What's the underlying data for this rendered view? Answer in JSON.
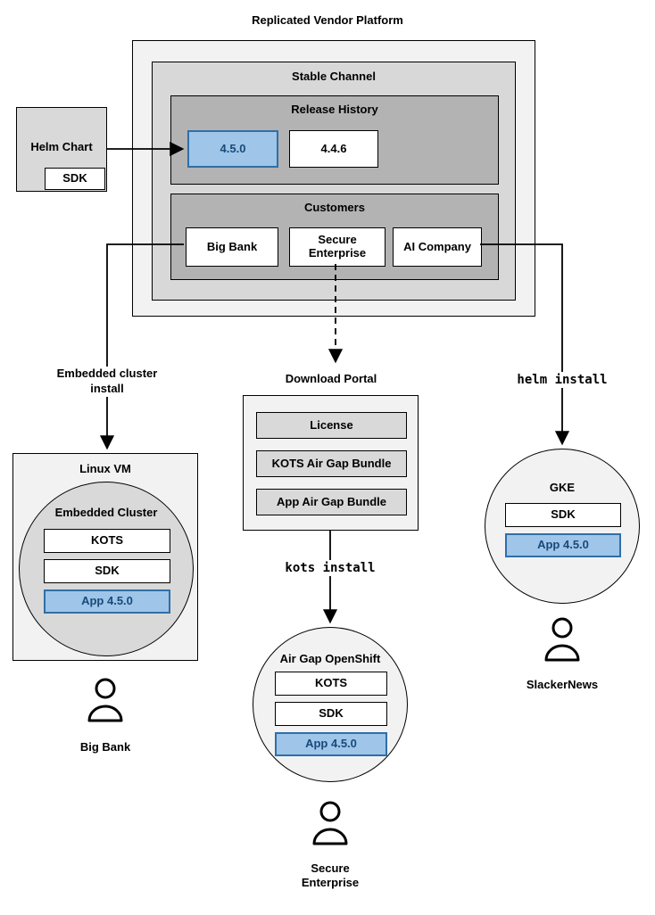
{
  "title": "Replicated Vendor Platform",
  "colors": {
    "highlight_fill": "#9fc5e8",
    "highlight_border": "#2f6fa8",
    "highlight_text": "#174a7c",
    "panel_gray": "#b3b3b3",
    "box_gray": "#d9d9d9",
    "surface_gray": "#f2f2f2"
  },
  "stable_channel": {
    "title": "Stable Channel",
    "release_history": {
      "title": "Release History",
      "releases": [
        {
          "version": "4.5.0",
          "current": true
        },
        {
          "version": "4.4.6",
          "current": false
        }
      ]
    },
    "customers": {
      "title": "Customers",
      "items": [
        {
          "name": "Big Bank"
        },
        {
          "name": "Secure Enterprise"
        },
        {
          "name": "AI Company"
        }
      ]
    }
  },
  "helm_chart": {
    "title": "Helm Chart",
    "component": "SDK"
  },
  "edges": {
    "embedded_cluster_install": "Embedded cluster install",
    "kots_install": "kots install",
    "helm_install": "helm install"
  },
  "download_portal": {
    "title": "Download Portal",
    "items": [
      {
        "name": "License"
      },
      {
        "name": "KOTS Air Gap Bundle"
      },
      {
        "name": "App Air Gap Bundle"
      }
    ]
  },
  "deployments": {
    "linux_vm": {
      "title": "Linux VM",
      "cluster_title": "Embedded Cluster",
      "components": [
        {
          "name": "KOTS",
          "highlight": false
        },
        {
          "name": "SDK",
          "highlight": false
        },
        {
          "name": "App 4.5.0",
          "highlight": true
        }
      ],
      "user": "Big Bank"
    },
    "air_gap_openshift": {
      "title": "Air Gap OpenShift",
      "components": [
        {
          "name": "KOTS",
          "highlight": false
        },
        {
          "name": "SDK",
          "highlight": false
        },
        {
          "name": "App 4.5.0",
          "highlight": true
        }
      ],
      "user": "Secure Enterprise"
    },
    "gke": {
      "title": "GKE",
      "components": [
        {
          "name": "SDK",
          "highlight": false
        },
        {
          "name": "App 4.5.0",
          "highlight": true
        }
      ],
      "user": "SlackerNews"
    }
  }
}
